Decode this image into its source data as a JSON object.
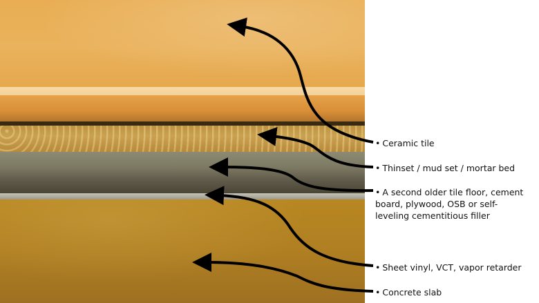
{
  "diagram": {
    "colors": {
      "ceramic_tile": "#e9ae54",
      "mortar_bed": "#c39b4c",
      "older_floor": "#7a7663",
      "vinyl": "#b7b6a9",
      "concrete_slab": "#b07f22",
      "arrow": "#000000"
    },
    "layers": [
      {
        "id": "ceramic-tile",
        "label": "Ceramic tile"
      },
      {
        "id": "mortar-bed",
        "label": "Thinset / mud set / mortar bed"
      },
      {
        "id": "older-floor",
        "label": "A second older tile floor, cement\nboard, plywood, OSB or self-\nleveling cementitious filler"
      },
      {
        "id": "vinyl",
        "label": "Sheet vinyl, VCT, vapor retarder"
      },
      {
        "id": "concrete-slab",
        "label": "Concrete slab"
      }
    ],
    "bullet": "•"
  }
}
